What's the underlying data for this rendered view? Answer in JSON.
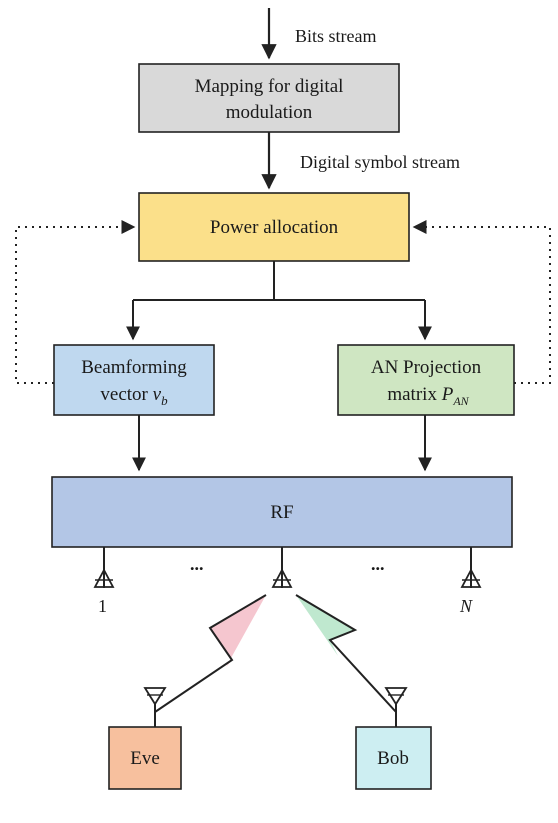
{
  "colors": {
    "mapping_fill": "#d9d9d9",
    "power_fill": "#fbe08a",
    "beam_fill": "#bfd8ef",
    "an_fill": "#cfe6c2",
    "rf_fill": "#b3c6e6",
    "eve_fill": "#f7c09e",
    "bob_fill": "#cdeef2",
    "eve_link_accent": "#f5c6cf",
    "bob_link_accent": "#bfe8cf",
    "stroke": "#222222"
  },
  "inputs": {
    "bits_stream_label": "Bits stream",
    "digital_symbol_stream_label": "Digital symbol stream"
  },
  "blocks": {
    "mapping": {
      "line1": "Mapping for digital",
      "line2": "modulation"
    },
    "power_allocation": {
      "label": "Power allocation"
    },
    "beamforming": {
      "line1": "Beamforming",
      "line2_prefix": "vector ",
      "symbol": "v",
      "subscript": "b"
    },
    "an_projection": {
      "line1": "AN Projection",
      "line2_prefix": "matrix ",
      "symbol": "P",
      "subscript": "AN"
    },
    "rf": {
      "label": "RF"
    }
  },
  "antennas": {
    "first_label": "1",
    "last_label": "N",
    "ellipsis": "..."
  },
  "receivers": {
    "eve": {
      "label": "Eve"
    },
    "bob": {
      "label": "Bob"
    }
  }
}
